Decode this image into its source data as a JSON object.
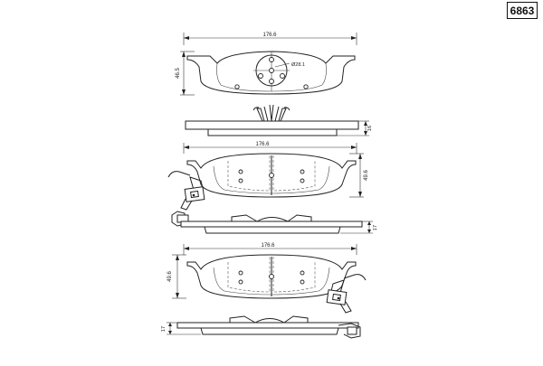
{
  "part_number": "6863",
  "views": {
    "top": {
      "width_label": "176.6",
      "height_label": "46.5",
      "hole_label": "Ø28.1"
    },
    "side_top": {
      "thickness_label": "16"
    },
    "middle": {
      "width_label": "176.6",
      "height_label": "49.6"
    },
    "side_middle": {
      "thickness_label": "17"
    },
    "bottom": {
      "width_label": "176.6",
      "height_label": "49.6"
    },
    "side_bottom": {
      "thickness_label": "17"
    }
  }
}
